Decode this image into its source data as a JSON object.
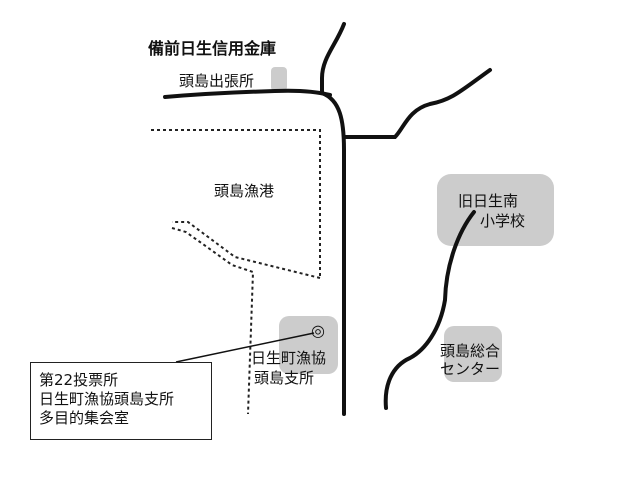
{
  "map": {
    "labels": {
      "bank": "備前日生信用金庫",
      "branch_office": "頭島出張所",
      "harbor": "頭島漁港",
      "school_line1": "旧日生南",
      "school_line2": "小学校",
      "center_line1": "頭島総合",
      "center_line2": "センター",
      "coop_line1": "日生町漁協",
      "coop_line2": "頭島支所"
    },
    "marker_symbol": "◎",
    "polling_station": {
      "line1": "第22投票所",
      "line2": "日生町漁協頭島支所",
      "line3": "多目的集会室"
    },
    "colors": {
      "road": "#111111",
      "landmark_fill": "#cccccc",
      "background": "#ffffff"
    }
  }
}
